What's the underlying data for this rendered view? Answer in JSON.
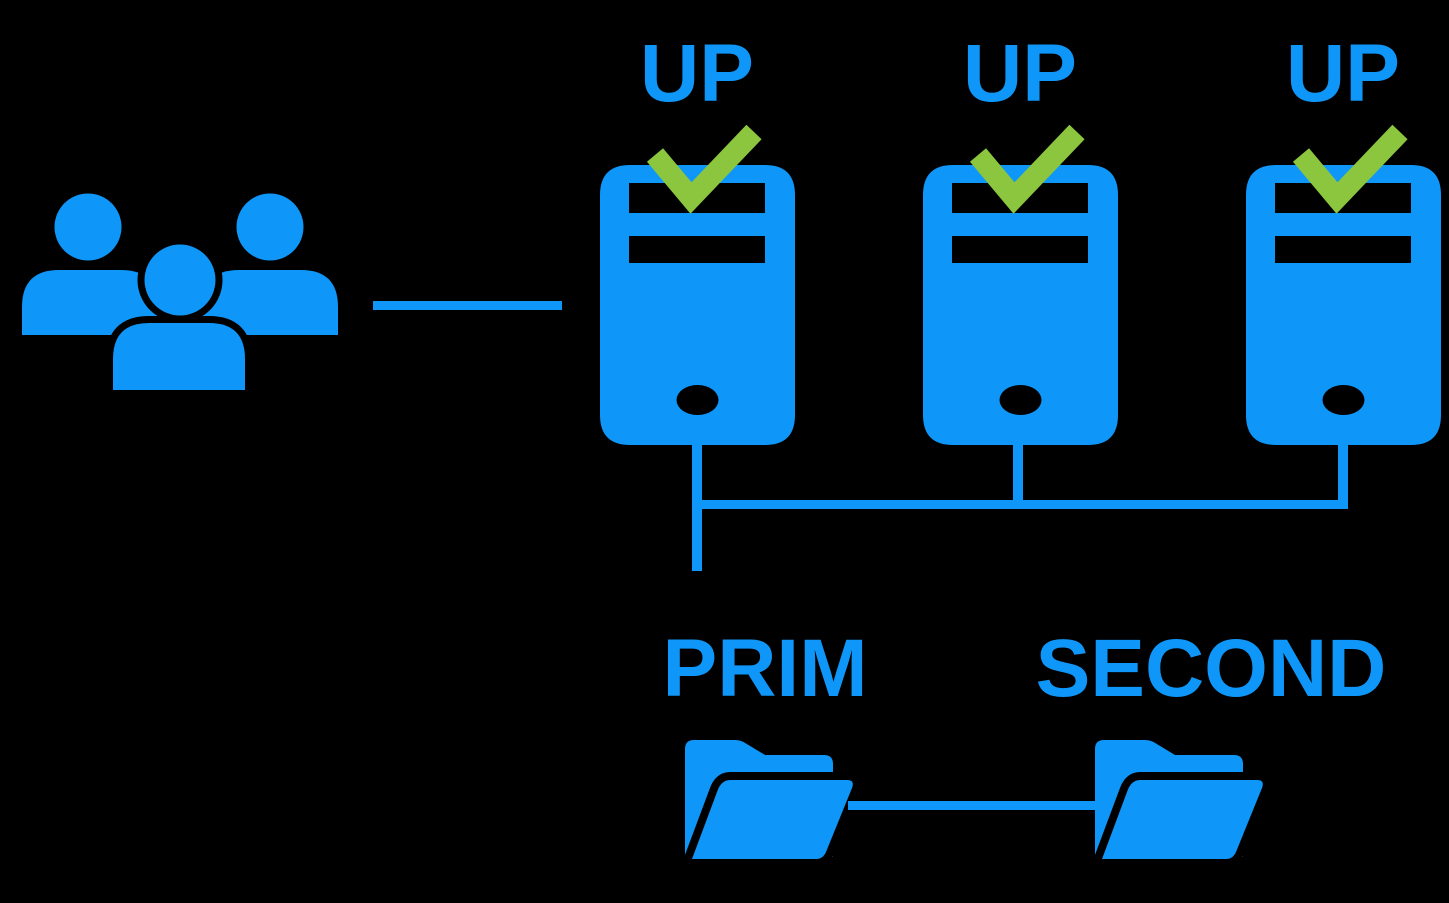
{
  "colors": {
    "background": "#000000",
    "primary_blue": "#0e96f8",
    "check_green": "#8bc63e"
  },
  "diagram": {
    "clients": {
      "icon": "users-icon"
    },
    "servers": [
      {
        "status_label": "UP",
        "status": "up"
      },
      {
        "status_label": "UP",
        "status": "up"
      },
      {
        "status_label": "UP",
        "status": "up"
      }
    ],
    "folders": [
      {
        "label": "PRIM"
      },
      {
        "label": "SECOND"
      }
    ]
  }
}
